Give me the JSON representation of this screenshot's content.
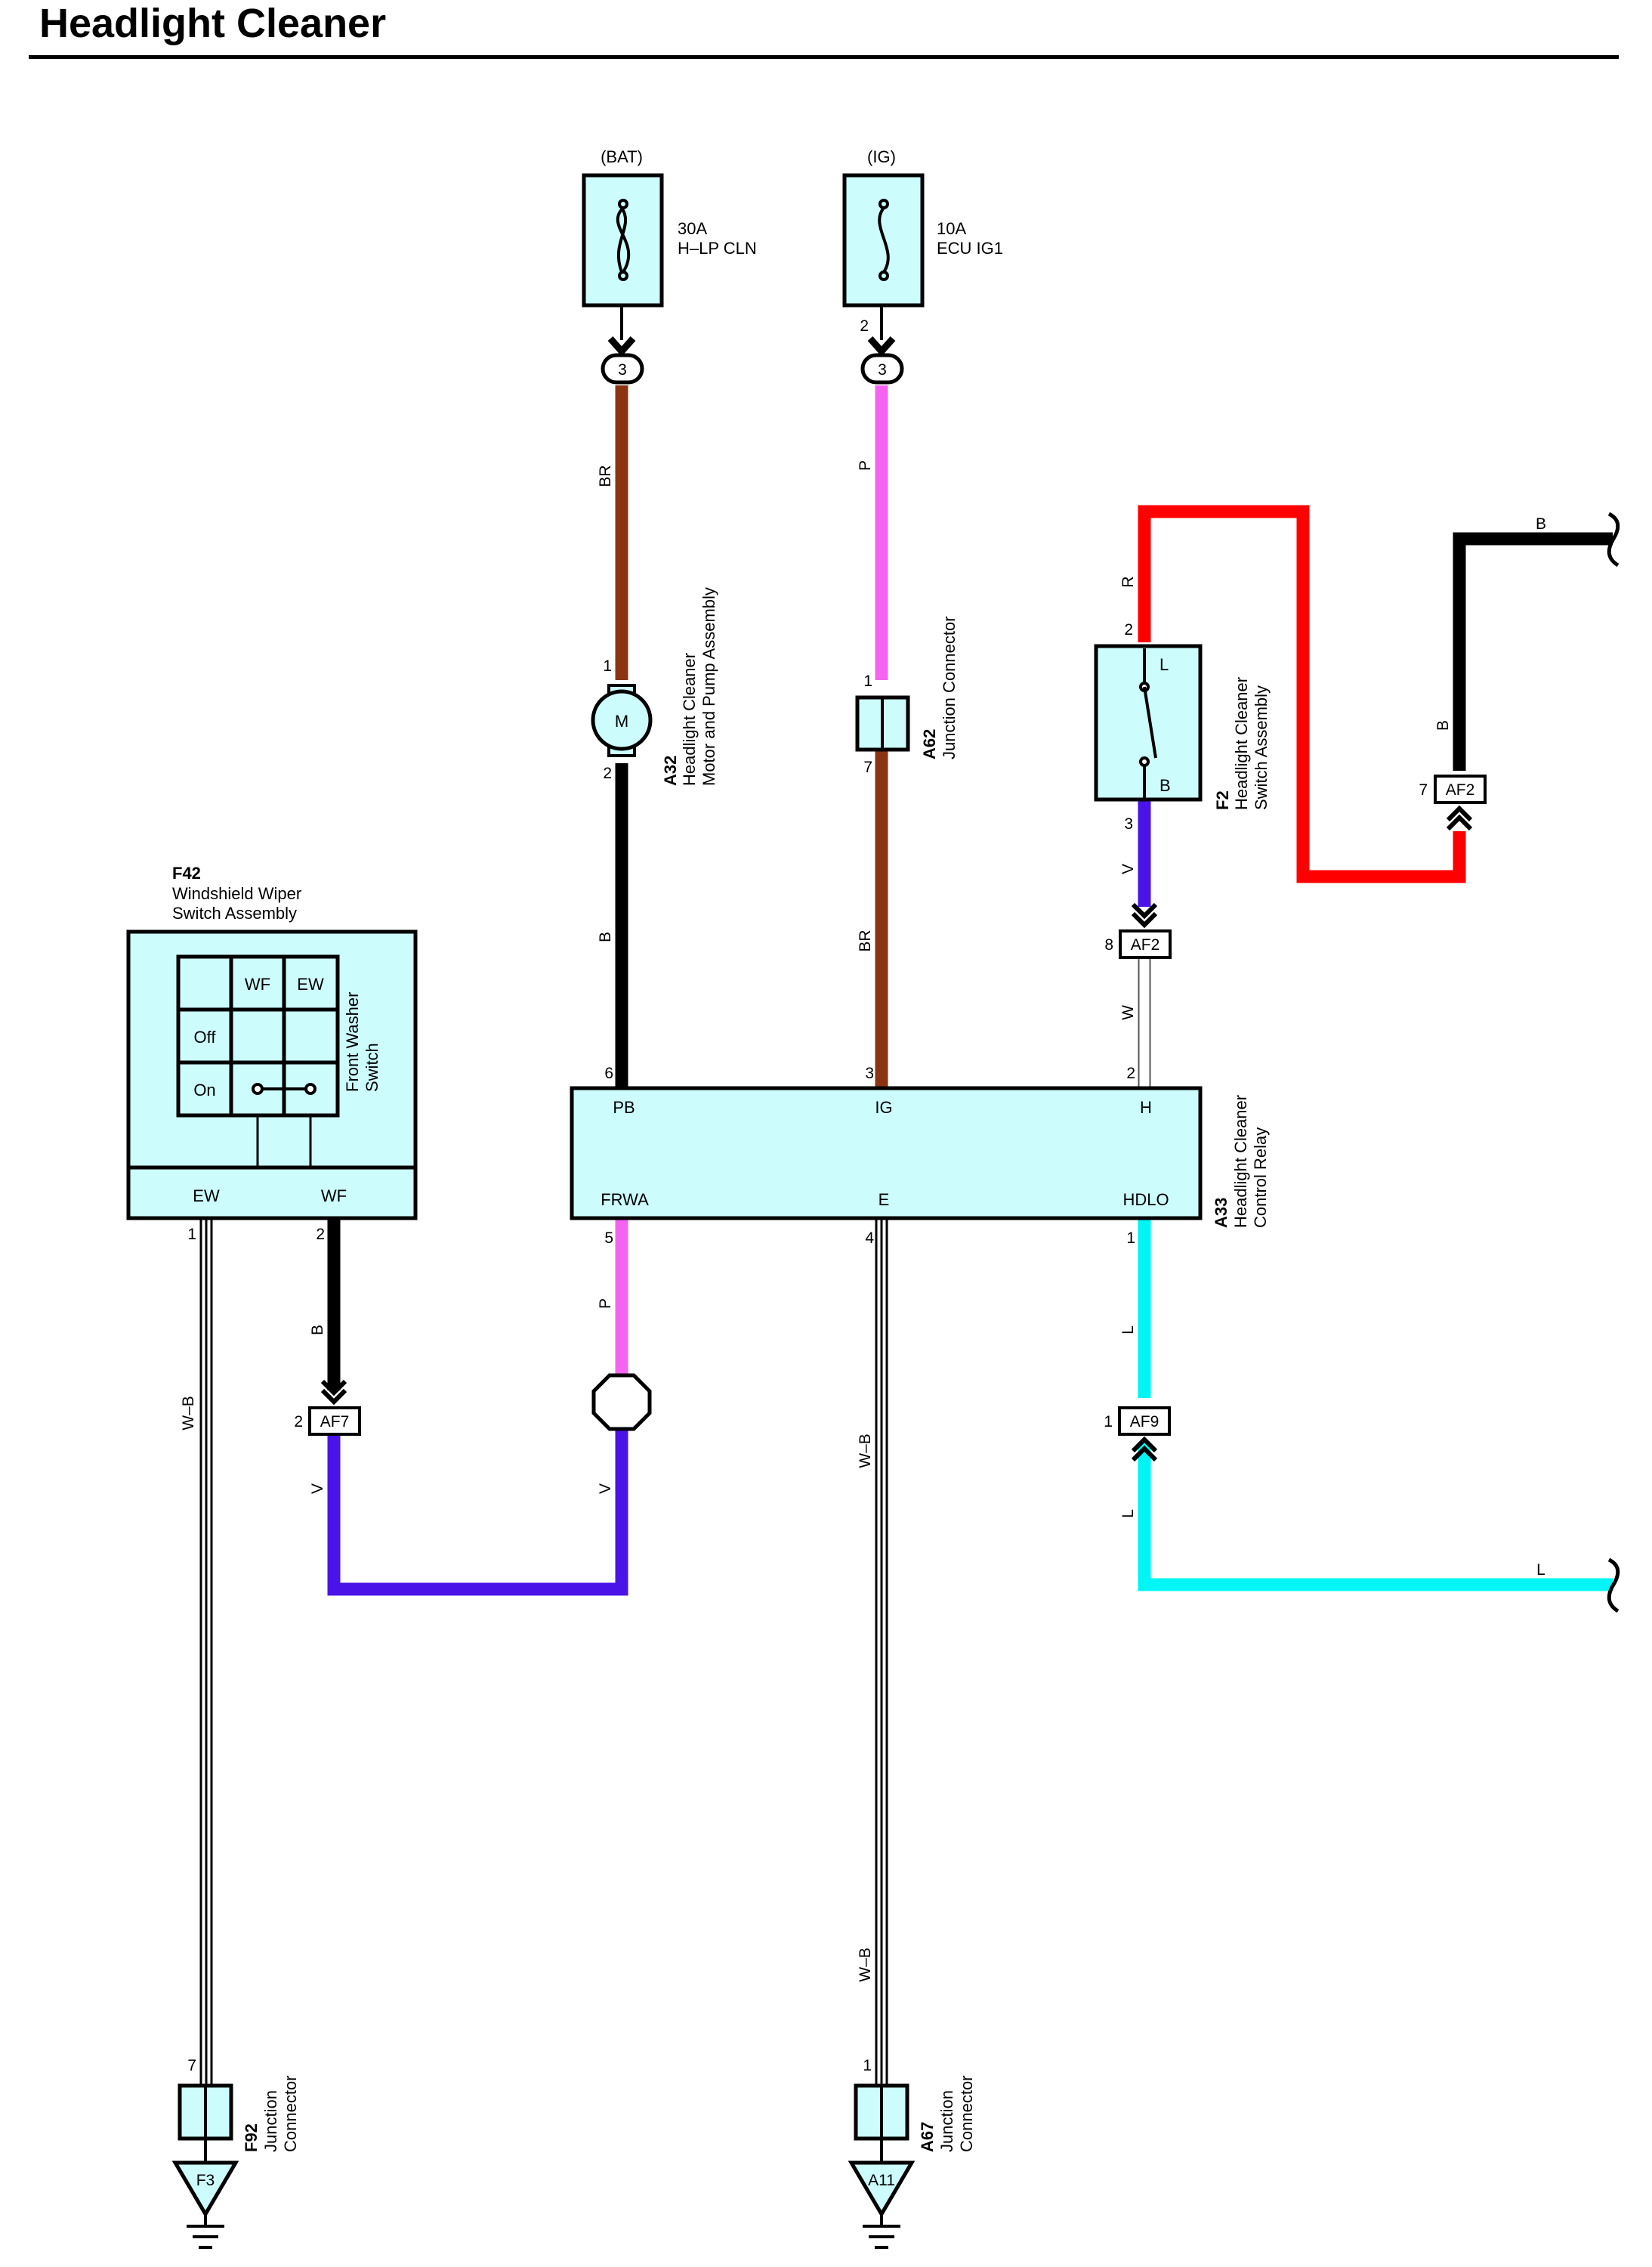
{
  "title": "Headlight Cleaner",
  "colors": {
    "box_fill": "#ccfcfc",
    "BR": "#8b3412",
    "P": "#f564f0",
    "B": "#000000",
    "R": "#ff0000",
    "V": "#4a14e8",
    "L": "#00f5f5",
    "W": "#ffffff"
  },
  "fuses": [
    {
      "source": "(BAT)",
      "rating": "30A",
      "name": "H–LP CLN",
      "pin": "3"
    },
    {
      "source": "(IG)",
      "rating": "10A",
      "name": "ECU IG1",
      "pin_top": "2",
      "pin": "3"
    }
  ],
  "components": {
    "a32": {
      "code": "A32",
      "line1": "Headlight Cleaner",
      "line2": "Motor and Pump Assembly",
      "symbol": "M",
      "pin_top": "1",
      "pin_bottom": "2"
    },
    "a62": {
      "code": "A62",
      "line1": "Junction Connector",
      "pin_top": "1",
      "pin_bottom": "7"
    },
    "f2": {
      "code": "F2",
      "line1": "Headlight Cleaner",
      "line2": "Switch Assembly",
      "pin_top": "2",
      "pin_bottom": "3",
      "contact_top": "L",
      "contact_bottom": "B"
    },
    "f42": {
      "code": "F42",
      "line1": "Windshield Wiper",
      "line2": "Switch Assembly",
      "side1": "Front Washer",
      "side2": "Switch",
      "col1": "WF",
      "col2": "EW",
      "row1": "Off",
      "row2": "On",
      "term_left": "EW",
      "term_right": "WF",
      "pin_left": "1",
      "pin_right": "2"
    },
    "a33": {
      "code": "A33",
      "line1": "Headlight Cleaner",
      "line2": "Control Relay",
      "top_terms": [
        "PB",
        "IG",
        "H"
      ],
      "bottom_terms": [
        "FRWA",
        "E",
        "HDLO"
      ],
      "top_pins": [
        "6",
        "3",
        "2"
      ],
      "bottom_pins": [
        "5",
        "4",
        "1"
      ]
    },
    "f92": {
      "code": "F92",
      "line1": "Junction",
      "line2": "Connector",
      "pin": "7",
      "ground": "F3"
    },
    "a67": {
      "code": "A67",
      "line1": "Junction",
      "line2": "Connector",
      "pin": "1",
      "ground": "A11"
    }
  },
  "connectors": {
    "af2_top": {
      "label": "AF2",
      "pin": "7"
    },
    "af2_mid": {
      "label": "AF2",
      "pin": "8"
    },
    "af7": {
      "label": "AF7",
      "pin": "2"
    },
    "af9": {
      "label": "AF9",
      "pin": "1"
    }
  },
  "wire_labels": {
    "br1": "BR",
    "p1": "P",
    "r1": "R",
    "b_f2": "B",
    "b_top": "B",
    "b_a32": "B",
    "br2": "BR",
    "v1": "V",
    "w1": "W",
    "b_af7": "B",
    "wb1": "W–B",
    "p2": "P",
    "v2": "V",
    "v3": "V",
    "wb2": "W–B",
    "wb3": "W–B",
    "l1": "L",
    "l2": "L",
    "l3": "L"
  }
}
